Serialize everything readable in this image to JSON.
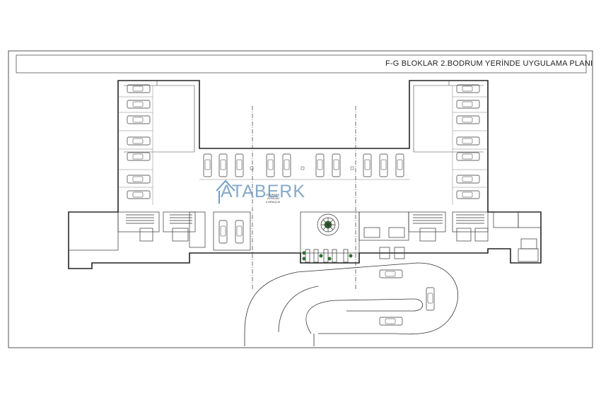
{
  "title": "F-G BLOKLAR  2.BODRUM YERİNDE UYGULAMA PLANI",
  "watermark": "ATABERK",
  "labels": {
    "otopark_1": "OTOPARK",
    "otopark_2": "AYRILAN",
    "otopark_3": "3 ARAÇLIK"
  },
  "colors": {
    "line": "#2a2a2a",
    "watermark": "#6f9bc0",
    "plant": "#2e6b2e"
  }
}
